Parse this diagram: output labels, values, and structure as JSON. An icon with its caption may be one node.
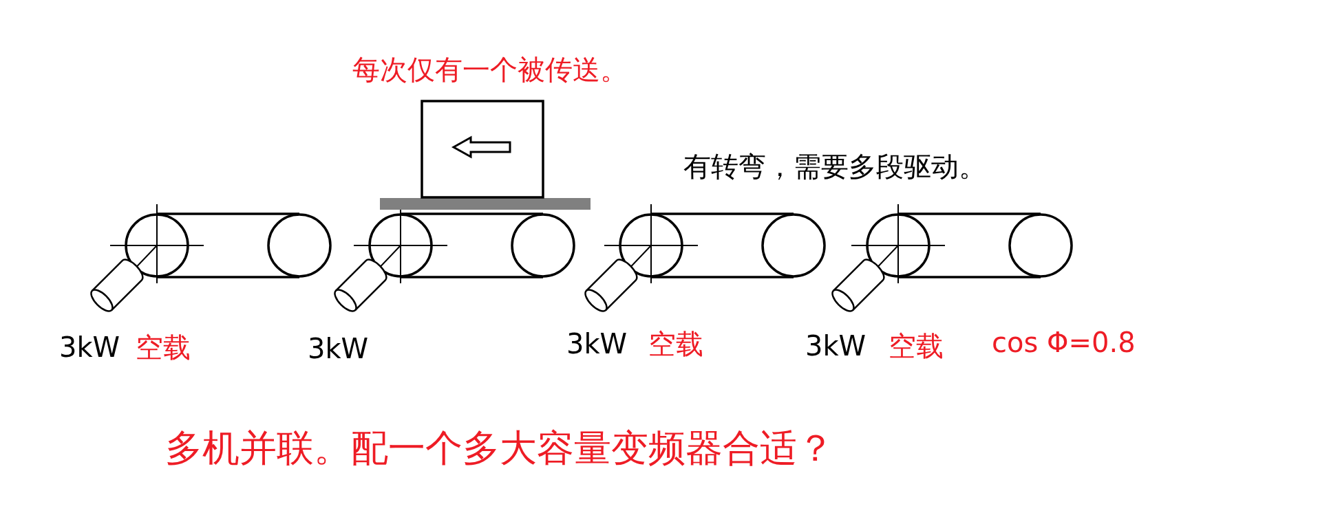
{
  "diagram": {
    "labels": [
      "每次仅有一个被传送。",
      "有转弯，需要多段驱动。",
      "3kW",
      "空载",
      "3kW",
      "3kW",
      "空载",
      "3kW",
      "空载",
      "cos Φ=0.8",
      "多机并联。配一个多大容量变频器合适？"
    ]
  }
}
